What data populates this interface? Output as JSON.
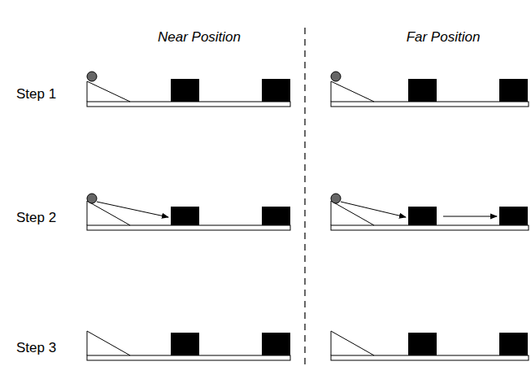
{
  "diagram": {
    "labels": [
      "Near Position",
      "Far Position",
      "Step 1",
      "Step 2",
      "Step 3"
    ]
  }
}
